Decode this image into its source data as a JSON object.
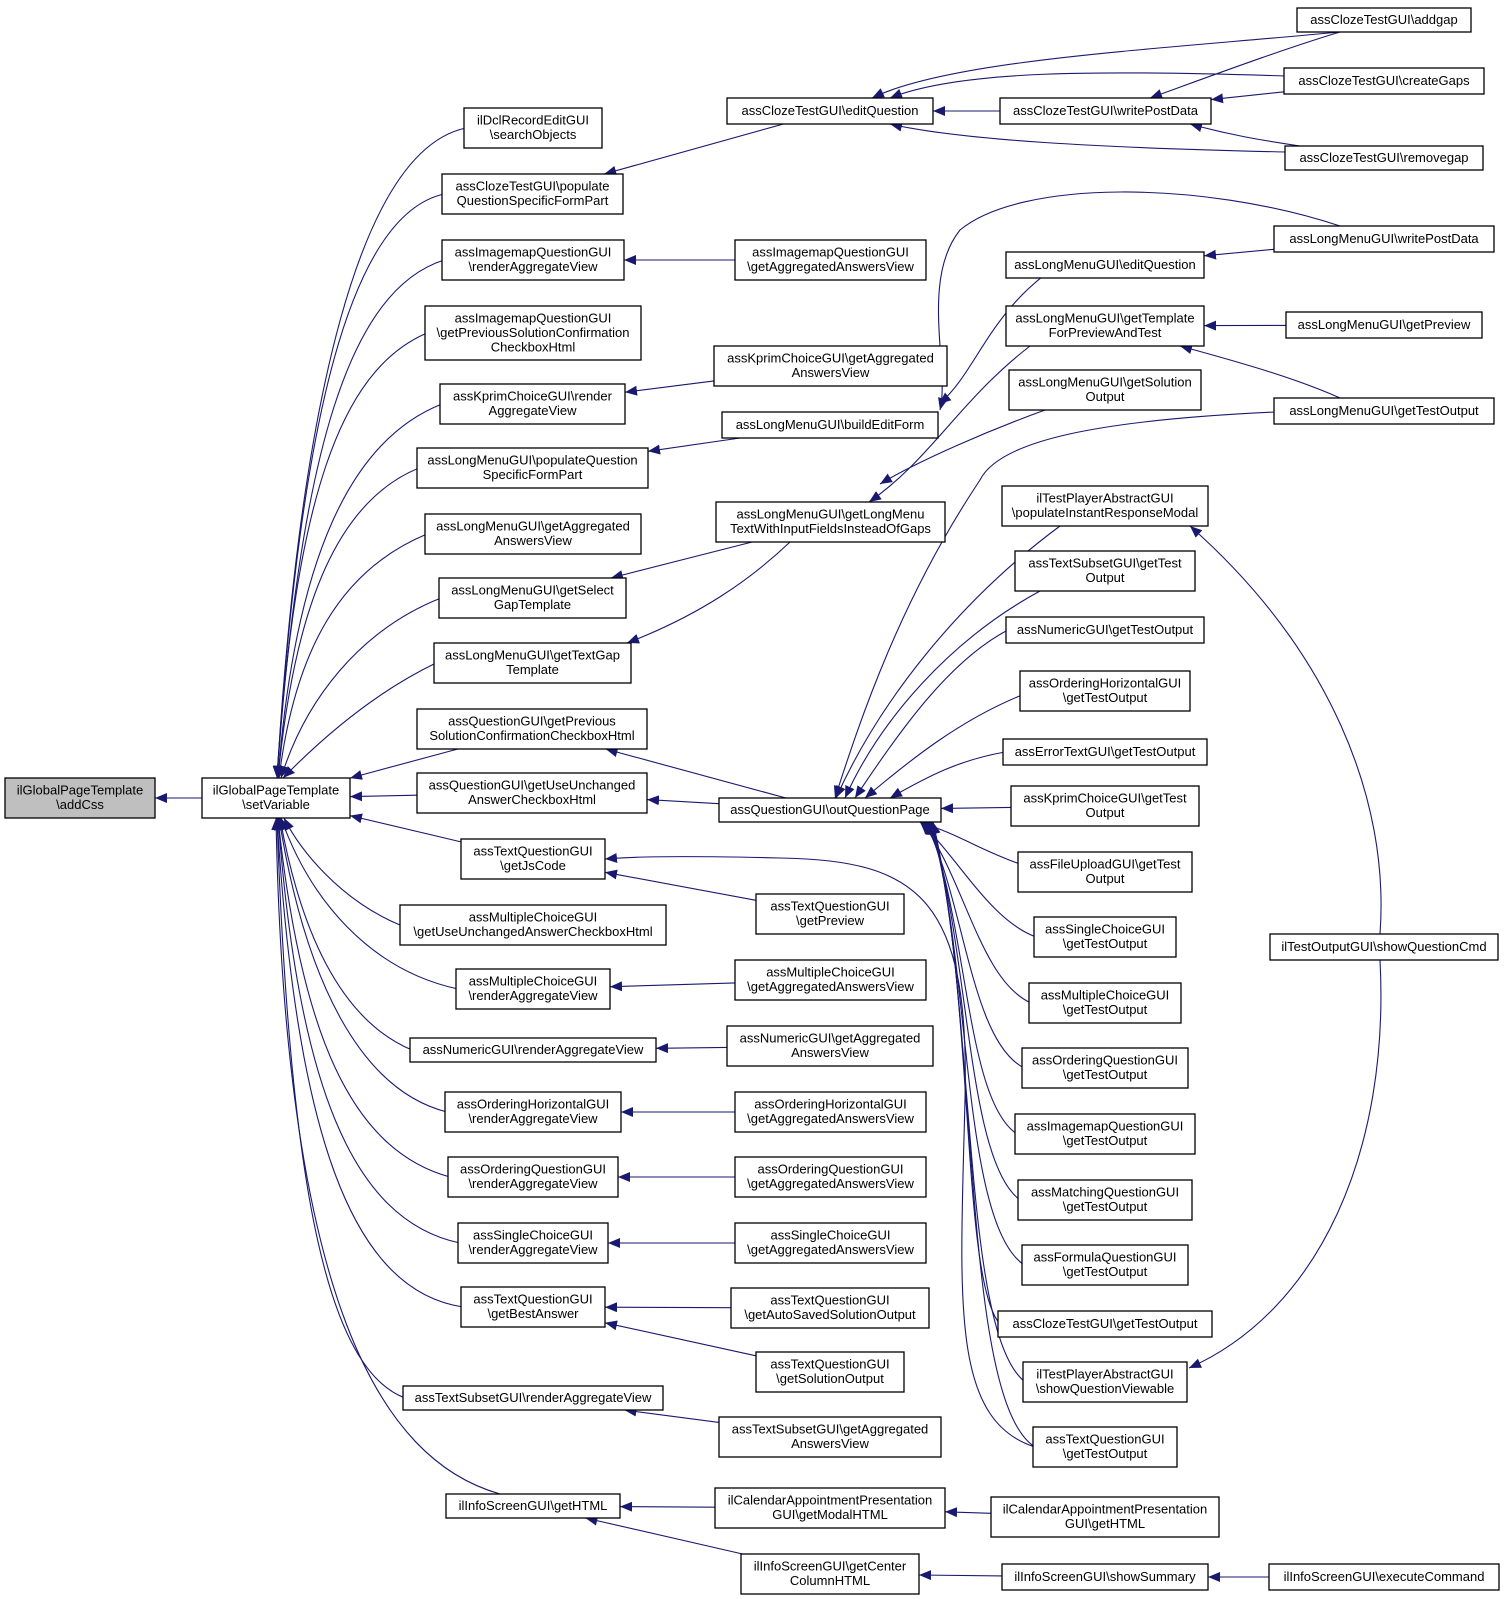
{
  "graph": {
    "edge_color": "#191970",
    "root_fill": "#bfbfbf",
    "nodes": [
      {
        "id": "addCss",
        "lines": [
          "ilGlobalPageTemplate",
          "\\addCss"
        ],
        "root": true
      },
      {
        "id": "setVariable",
        "lines": [
          "ilGlobalPageTemplate",
          "\\setVariable"
        ]
      },
      {
        "id": "n1",
        "lines": [
          "ilDclRecordEditGUI",
          "\\searchObjects"
        ]
      },
      {
        "id": "n2",
        "lines": [
          "assClozeTestGUI\\populate",
          "QuestionSpecificFormPart"
        ]
      },
      {
        "id": "n3",
        "lines": [
          "assImagemapQuestionGUI",
          "\\renderAggregateView"
        ]
      },
      {
        "id": "n4",
        "lines": [
          "assImagemapQuestionGUI",
          "\\getPreviousSolutionConfirmation",
          "CheckboxHtml"
        ]
      },
      {
        "id": "n5",
        "lines": [
          "assKprimChoiceGUI\\render",
          "AggregateView"
        ]
      },
      {
        "id": "n6",
        "lines": [
          "assLongMenuGUI\\populateQuestion",
          "SpecificFormPart"
        ]
      },
      {
        "id": "n7",
        "lines": [
          "assLongMenuGUI\\getAggregated",
          "AnswersView"
        ]
      },
      {
        "id": "n8",
        "lines": [
          "assLongMenuGUI\\getSelect",
          "GapTemplate"
        ]
      },
      {
        "id": "n9",
        "lines": [
          "assLongMenuGUI\\getTextGap",
          "Template"
        ]
      },
      {
        "id": "n10",
        "lines": [
          "assQuestionGUI\\getPrevious",
          "SolutionConfirmationCheckboxHtml"
        ]
      },
      {
        "id": "n11",
        "lines": [
          "assQuestionGUI\\getUseUnchanged",
          "AnswerCheckboxHtml"
        ]
      },
      {
        "id": "n12",
        "lines": [
          "assTextQuestionGUI",
          "\\getJsCode"
        ]
      },
      {
        "id": "n13",
        "lines": [
          "assMultipleChoiceGUI",
          "\\getUseUnchangedAnswerCheckboxHtml"
        ]
      },
      {
        "id": "n14",
        "lines": [
          "assMultipleChoiceGUI",
          "\\renderAggregateView"
        ]
      },
      {
        "id": "n15",
        "lines": [
          "assNumericGUI\\renderAggregateView"
        ]
      },
      {
        "id": "n16",
        "lines": [
          "assOrderingHorizontalGUI",
          "\\renderAggregateView"
        ]
      },
      {
        "id": "n17",
        "lines": [
          "assOrderingQuestionGUI",
          "\\renderAggregateView"
        ]
      },
      {
        "id": "n18",
        "lines": [
          "assSingleChoiceGUI",
          "\\renderAggregateView"
        ]
      },
      {
        "id": "n19",
        "lines": [
          "assTextQuestionGUI",
          "\\getBestAnswer"
        ]
      },
      {
        "id": "n20",
        "lines": [
          "assTextSubsetGUI\\renderAggregateView"
        ]
      },
      {
        "id": "n21",
        "lines": [
          "ilInfoScreenGUI\\getHTML"
        ]
      },
      {
        "id": "m1",
        "lines": [
          "assClozeTestGUI\\editQuestion"
        ]
      },
      {
        "id": "m2",
        "lines": [
          "assImagemapQuestionGUI",
          "\\getAggregatedAnswersView"
        ]
      },
      {
        "id": "m3",
        "lines": [
          "assKprimChoiceGUI\\getAggregated",
          "AnswersView"
        ]
      },
      {
        "id": "m4",
        "lines": [
          "assLongMenuGUI\\buildEditForm"
        ]
      },
      {
        "id": "m5",
        "lines": [
          "assLongMenuGUI\\getLongMenu",
          "TextWithInputFieldsInsteadOfGaps"
        ]
      },
      {
        "id": "m6",
        "lines": [
          "assQuestionGUI\\outQuestionPage"
        ]
      },
      {
        "id": "m7",
        "lines": [
          "assTextQuestionGUI",
          "\\getPreview"
        ]
      },
      {
        "id": "m8",
        "lines": [
          "assMultipleChoiceGUI",
          "\\getAggregatedAnswersView"
        ]
      },
      {
        "id": "m9",
        "lines": [
          "assNumericGUI\\getAggregated",
          "AnswersView"
        ]
      },
      {
        "id": "m10",
        "lines": [
          "assOrderingHorizontalGUI",
          "\\getAggregatedAnswersView"
        ]
      },
      {
        "id": "m11",
        "lines": [
          "assOrderingQuestionGUI",
          "\\getAggregatedAnswersView"
        ]
      },
      {
        "id": "m12",
        "lines": [
          "assSingleChoiceGUI",
          "\\getAggregatedAnswersView"
        ]
      },
      {
        "id": "m13",
        "lines": [
          "assTextQuestionGUI",
          "\\getAutoSavedSolutionOutput"
        ]
      },
      {
        "id": "m14",
        "lines": [
          "assTextQuestionGUI",
          "\\getSolutionOutput"
        ]
      },
      {
        "id": "m15",
        "lines": [
          "assTextSubsetGUI\\getAggregated",
          "AnswersView"
        ]
      },
      {
        "id": "m16",
        "lines": [
          "ilCalendarAppointmentPresentation",
          "GUI\\getModalHTML"
        ]
      },
      {
        "id": "m17",
        "lines": [
          "ilInfoScreenGUI\\getCenter",
          "ColumnHTML"
        ]
      },
      {
        "id": "p1",
        "lines": [
          "assClozeTestGUI\\writePostData"
        ]
      },
      {
        "id": "p2",
        "lines": [
          "assLongMenuGUI\\editQuestion"
        ]
      },
      {
        "id": "p3",
        "lines": [
          "assLongMenuGUI\\getTemplate",
          "ForPreviewAndTest"
        ]
      },
      {
        "id": "p4",
        "lines": [
          "assLongMenuGUI\\getSolution",
          "Output"
        ]
      },
      {
        "id": "p5",
        "lines": [
          "ilTestPlayerAbstractGUI",
          "\\populateInstantResponseModal"
        ]
      },
      {
        "id": "p6",
        "lines": [
          "assTextSubsetGUI\\getTest",
          "Output"
        ]
      },
      {
        "id": "p7",
        "lines": [
          "assNumericGUI\\getTestOutput"
        ]
      },
      {
        "id": "p8",
        "lines": [
          "assOrderingHorizontalGUI",
          "\\getTestOutput"
        ]
      },
      {
        "id": "p9",
        "lines": [
          "assErrorTextGUI\\getTestOutput"
        ]
      },
      {
        "id": "p10",
        "lines": [
          "assKprimChoiceGUI\\getTest",
          "Output"
        ]
      },
      {
        "id": "p11",
        "lines": [
          "assFileUploadGUI\\getTest",
          "Output"
        ]
      },
      {
        "id": "p12",
        "lines": [
          "assSingleChoiceGUI",
          "\\getTestOutput"
        ]
      },
      {
        "id": "p13",
        "lines": [
          "assMultipleChoiceGUI",
          "\\getTestOutput"
        ]
      },
      {
        "id": "p14",
        "lines": [
          "assOrderingQuestionGUI",
          "\\getTestOutput"
        ]
      },
      {
        "id": "p15",
        "lines": [
          "assImagemapQuestionGUI",
          "\\getTestOutput"
        ]
      },
      {
        "id": "p16",
        "lines": [
          "assMatchingQuestionGUI",
          "\\getTestOutput"
        ]
      },
      {
        "id": "p17",
        "lines": [
          "assFormulaQuestionGUI",
          "\\getTestOutput"
        ]
      },
      {
        "id": "p18",
        "lines": [
          "assClozeTestGUI\\getTestOutput"
        ]
      },
      {
        "id": "p19",
        "lines": [
          "ilTestPlayerAbstractGUI",
          "\\showQuestionViewable"
        ]
      },
      {
        "id": "p20",
        "lines": [
          "assTextQuestionGUI",
          "\\getTestOutput"
        ]
      },
      {
        "id": "p21",
        "lines": [
          "ilCalendarAppointmentPresentation",
          "GUI\\getHTML"
        ]
      },
      {
        "id": "p22",
        "lines": [
          "ilInfoScreenGUI\\showSummary"
        ]
      },
      {
        "id": "q1",
        "lines": [
          "assClozeTestGUI\\addgap"
        ]
      },
      {
        "id": "q2",
        "lines": [
          "assClozeTestGUI\\createGaps"
        ]
      },
      {
        "id": "q3",
        "lines": [
          "assClozeTestGUI\\removegap"
        ]
      },
      {
        "id": "q4",
        "lines": [
          "assLongMenuGUI\\writePostData"
        ]
      },
      {
        "id": "q5",
        "lines": [
          "assLongMenuGUI\\getPreview"
        ]
      },
      {
        "id": "q6",
        "lines": [
          "assLongMenuGUI\\getTestOutput"
        ]
      },
      {
        "id": "q7",
        "lines": [
          "ilTestOutputGUI\\showQuestionCmd"
        ]
      },
      {
        "id": "q8",
        "lines": [
          "ilInfoScreenGUI\\executeCommand"
        ]
      }
    ]
  }
}
